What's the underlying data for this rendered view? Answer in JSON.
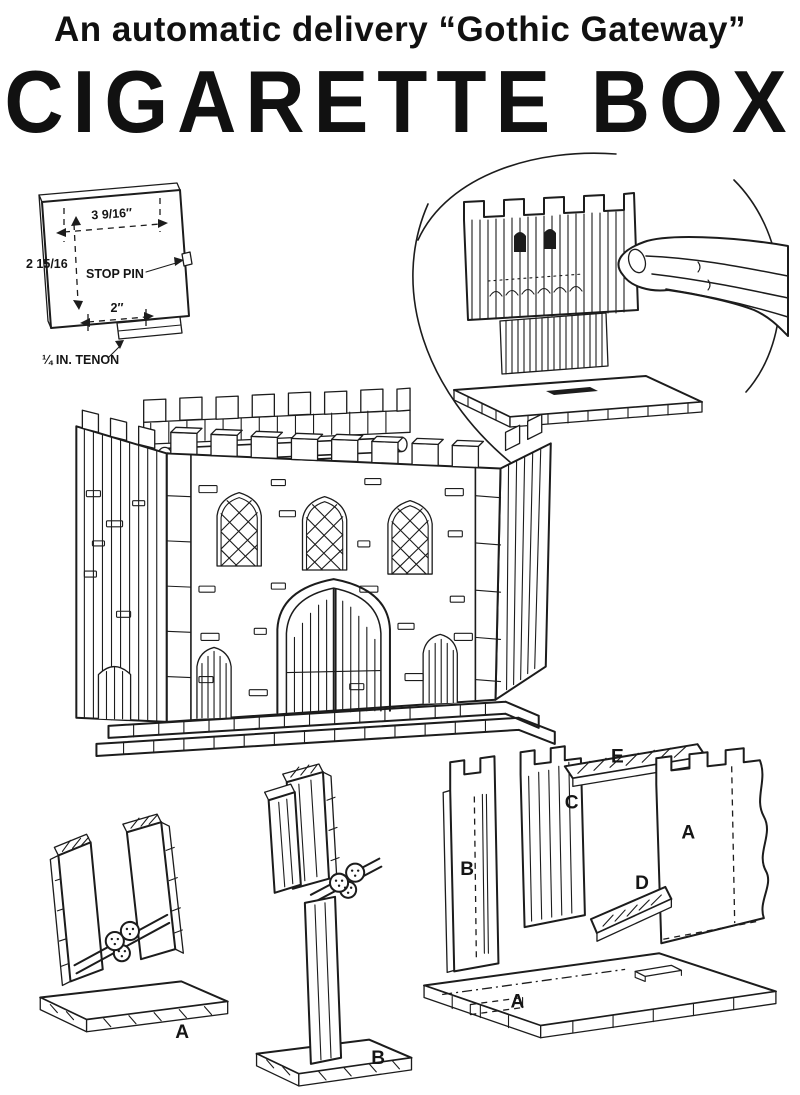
{
  "page": {
    "header_line": "An automatic delivery “Gothic Gateway”",
    "title": "CIGARETTE BOX"
  },
  "stop_pin_detail": {
    "dim_width": "3 9/16″",
    "dim_height": "2 15/16",
    "stop_pin": "STOP PIN",
    "dim_slot": "2″",
    "tenon": "¼ IN. TENON"
  },
  "labels": {
    "detail_a": "A",
    "detail_b": "B"
  },
  "exploded": {
    "b": "B",
    "c": "C",
    "e": "E",
    "a_wall": "A",
    "d": "D",
    "a_base": "A"
  }
}
